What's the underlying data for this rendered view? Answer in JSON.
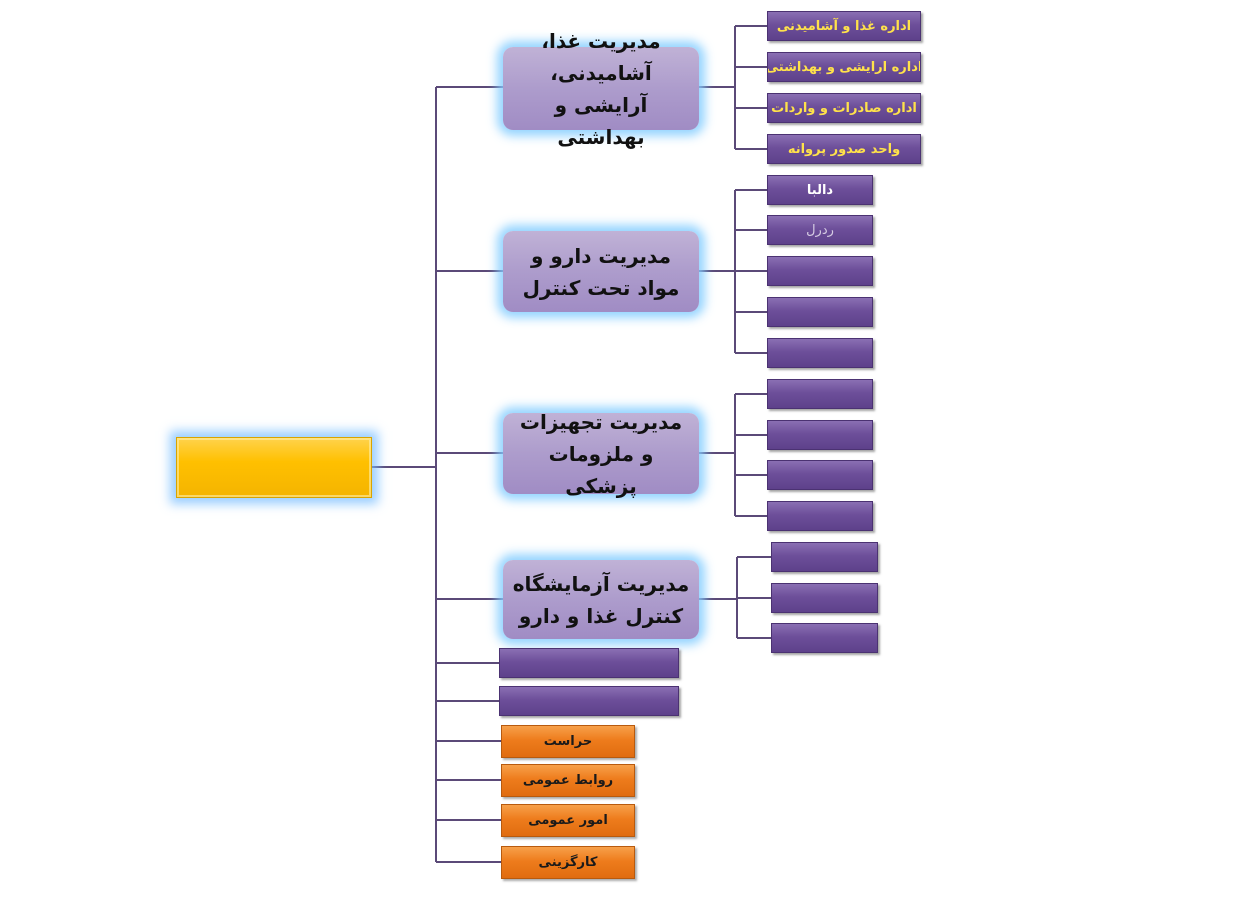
{
  "root": {
    "label": ""
  },
  "departments": [
    {
      "title": "مدیریت غذا، آشامیدنی، آرایشی و بهداشتی",
      "units": [
        "اداره غذا و آشامیدنی",
        "اداره ارایشی و بهداشتی",
        "اداره صادرات و واردات",
        "واحد صدور پروانه"
      ]
    },
    {
      "title": "مدیریت دارو و مواد تحت کنترل",
      "units": [
        "دالبا",
        "ردرل",
        "",
        "",
        ""
      ]
    },
    {
      "title": "مدیریت تجهیزات و ملزومات پزشکی",
      "units": [
        "",
        "",
        "",
        ""
      ]
    },
    {
      "title": "مدیریت آزمایشگاه کنترل غذا و دارو",
      "units": [
        "",
        "",
        ""
      ]
    }
  ],
  "extra_units": [
    "",
    ""
  ],
  "support_units": [
    "حراست",
    "روابط عمومی",
    "امور عمومی",
    "کارگزینی"
  ],
  "colors": {
    "root": "#ffc000",
    "department": "#b3a2d0",
    "unit": "#6d4f9a",
    "support": "#ee7c1c",
    "unit_text_highlight": "#ffe24a",
    "connector": "#5b4a78",
    "glow": "#82cdff"
  }
}
